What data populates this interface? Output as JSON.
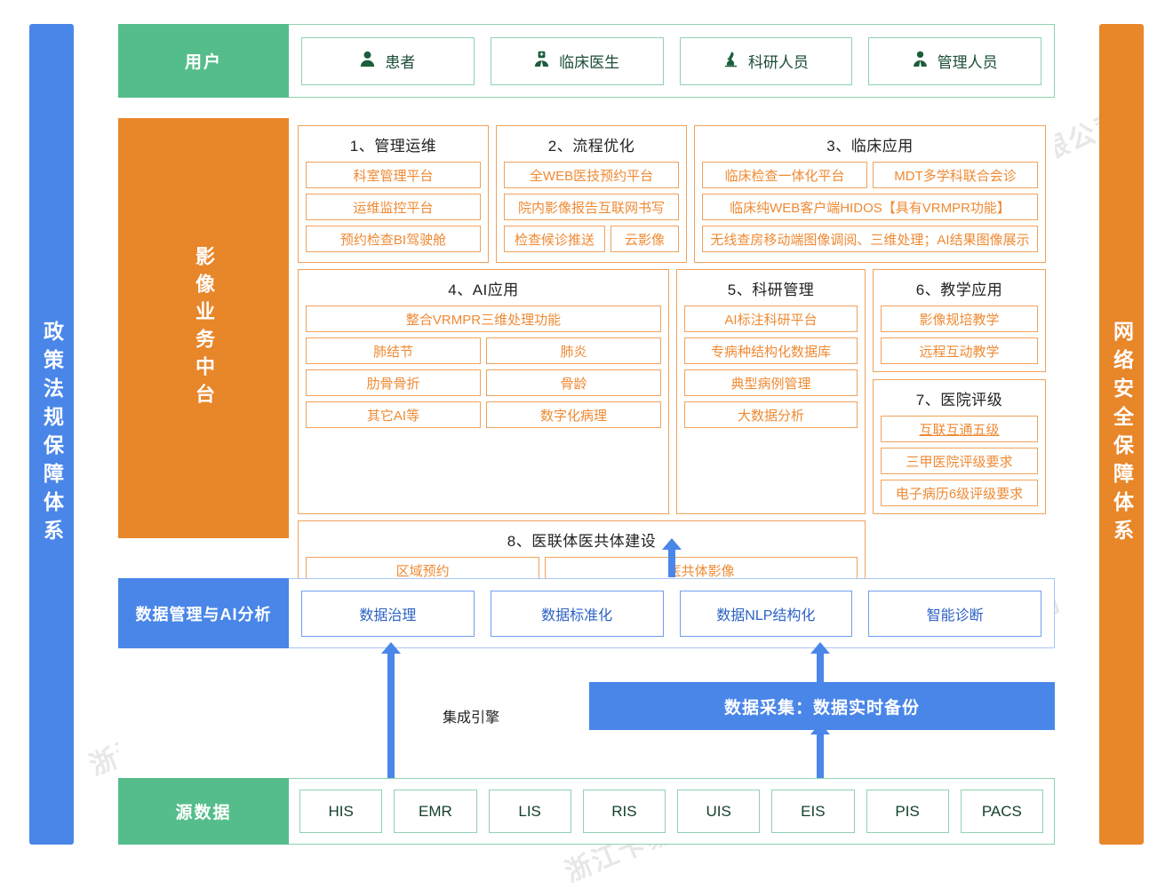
{
  "pillars": {
    "left": "政策法规保障体系",
    "right": "网络安全保障体系"
  },
  "watermark": "浙江卡易智慧医疗科技有限公司",
  "users": {
    "label": "用户",
    "items": [
      {
        "icon": "user-icon",
        "label": "患者"
      },
      {
        "icon": "doctor-icon",
        "label": "临床医生"
      },
      {
        "icon": "microscope-icon",
        "label": "科研人员"
      },
      {
        "icon": "manager-icon",
        "label": "管理人员"
      }
    ]
  },
  "platform": {
    "label": "影像业务中台",
    "sections": [
      {
        "id": "s1",
        "title": "1、管理运维",
        "rows": [
          [
            "科室管理平台"
          ],
          [
            "运维监控平台"
          ],
          [
            "预约检查BI驾驶舱"
          ]
        ]
      },
      {
        "id": "s2",
        "title": "2、流程优化",
        "rows": [
          [
            "全WEB医技预约平台"
          ],
          [
            "院内影像报告互联网书写"
          ],
          [
            "检查候诊推送",
            "云影像"
          ]
        ]
      },
      {
        "id": "s3",
        "title": "3、临床应用",
        "rows": [
          [
            "临床检查一体化平台",
            "MDT多学科联合会诊"
          ],
          [
            "临床纯WEB客户端HIDOS【具有VRMPR功能】"
          ],
          [
            "无线查房移动端图像调阅、三维处理；AI结果图像展示"
          ]
        ]
      },
      {
        "id": "s4",
        "title": "4、AI应用",
        "rows": [
          [
            "整合VRMPR三维处理功能"
          ],
          [
            "肺结节",
            "肺炎"
          ],
          [
            "肋骨骨折",
            "骨龄"
          ],
          [
            "其它AI等",
            "数字化病理"
          ]
        ]
      },
      {
        "id": "s5",
        "title": "5、科研管理",
        "rows": [
          [
            "AI标注科研平台"
          ],
          [
            "专病种结构化数据库"
          ],
          [
            "典型病例管理"
          ],
          [
            "大数据分析"
          ]
        ]
      },
      {
        "id": "s6",
        "title": "6、教学应用",
        "rows": [
          [
            "影像规培教学"
          ],
          [
            "远程互动教学"
          ]
        ]
      },
      {
        "id": "s7",
        "title": "7、医院评级",
        "rows": [
          [
            "互联互通五级"
          ],
          [
            "三甲医院评级要求"
          ],
          [
            "电子病历6级评级要求"
          ]
        ]
      },
      {
        "id": "s8",
        "title": "8、医联体医共体建设",
        "rows": [
          [
            "区域预约",
            "医共体影像"
          ]
        ]
      }
    ]
  },
  "data_management": {
    "label": "数据管理与AI分析",
    "items": [
      "数据治理",
      "数据标准化",
      "数据NLP结构化",
      "智能诊断"
    ]
  },
  "middle": {
    "engine_label": "集成引擎",
    "collect_bar": "数据采集：数据实时备份"
  },
  "source": {
    "label": "源数据",
    "items": [
      "HIS",
      "EMR",
      "LIS",
      "RIS",
      "UIS",
      "EIS",
      "PIS",
      "PACS"
    ]
  },
  "colors": {
    "green": "#55bd8b",
    "orange": "#e8862a",
    "orange_text": "#ef8a33",
    "blue": "#4a86e8"
  }
}
